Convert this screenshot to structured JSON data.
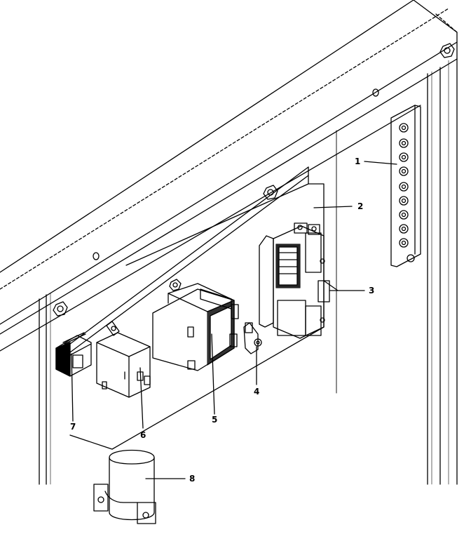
{
  "colors": {
    "ink": "#000000",
    "paper": "#ffffff"
  },
  "callouts": [
    {
      "id": "1",
      "label": "1"
    },
    {
      "id": "2",
      "label": "2"
    },
    {
      "id": "3",
      "label": "3"
    },
    {
      "id": "4",
      "label": "4"
    },
    {
      "id": "5",
      "label": "5"
    },
    {
      "id": "6",
      "label": "6"
    },
    {
      "id": "7",
      "label": "7"
    },
    {
      "id": "8",
      "label": "8"
    }
  ]
}
